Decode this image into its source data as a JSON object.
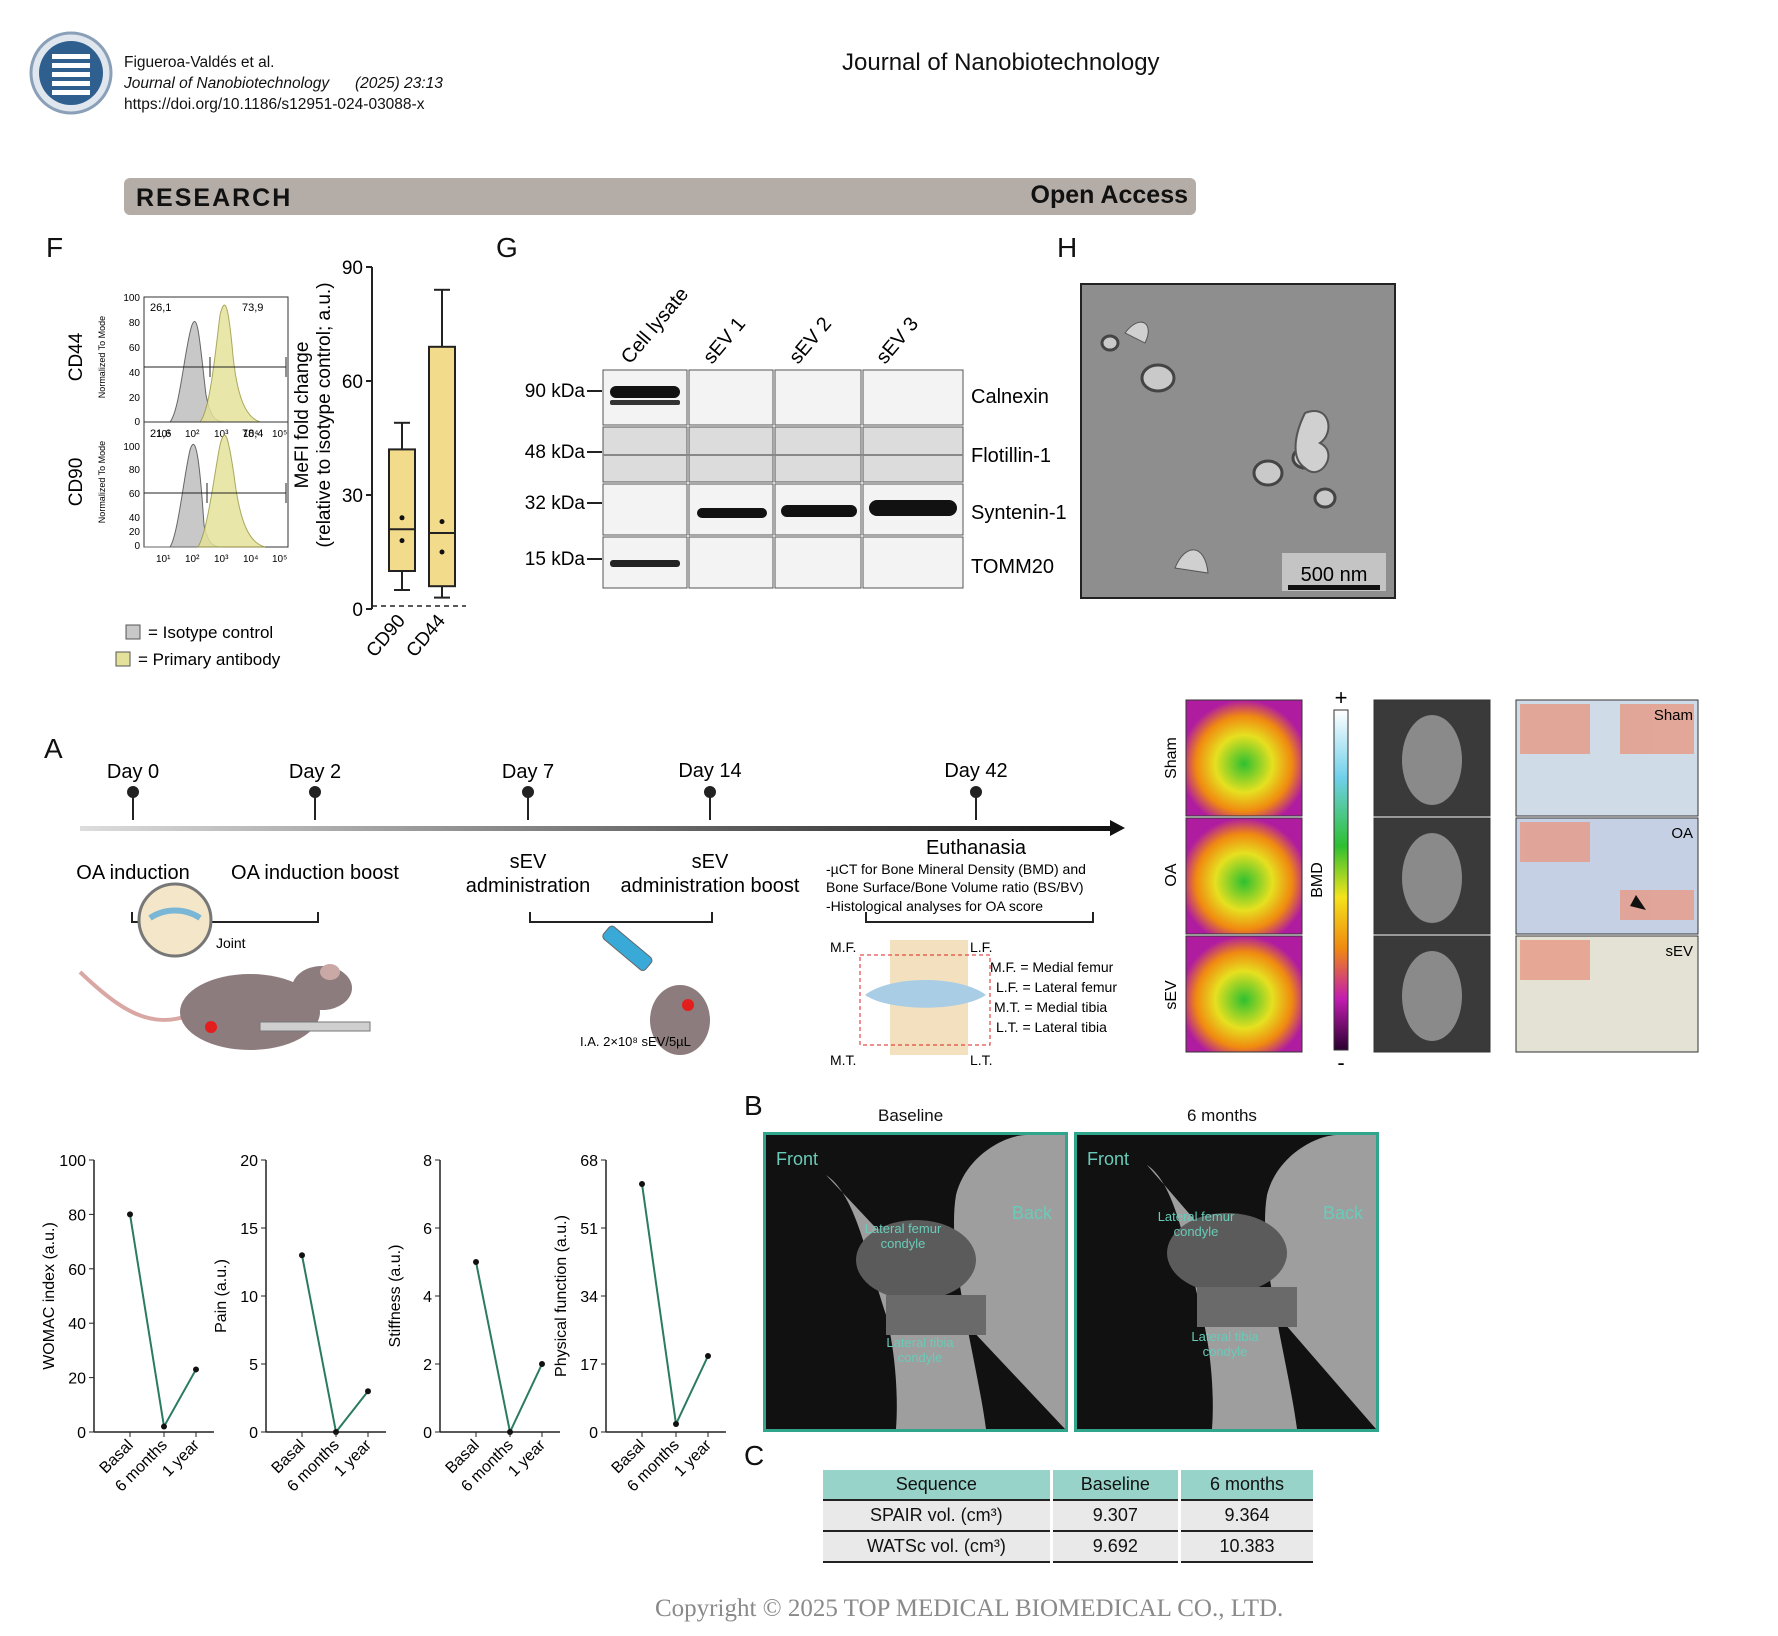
{
  "header": {
    "authors": "Figueroa-Valdés et al.",
    "journal_short": "Journal of Nanobiotechnology",
    "year_vol": "(2025) 23:13",
    "doi": "https://doi.org/10.1186/s12951-024-03088-x",
    "journal_title": "Journal of Nanobiotechnology",
    "research": "RESEARCH",
    "open_access": "Open Access"
  },
  "panelF": {
    "label": "F",
    "cd44": {
      "marker": "CD44",
      "left_pct": "26,1",
      "right_pct": "73,9"
    },
    "cd90": {
      "marker": "CD90",
      "left_pct": "21,6",
      "right_pct": "78,4"
    },
    "hist_ylabel": "Normalized To Mode",
    "yticks": [
      "100",
      "80",
      "60",
      "40",
      "20",
      "0"
    ],
    "legend_isotype": "= Isotype control",
    "legend_primary": "= Primary antibody",
    "box_ylabel_1": "MeFI fold change",
    "box_ylabel_2": "(relative to isotype control; a.u.)"
  },
  "panelG": {
    "label": "G",
    "lanes": [
      "Cell lysate",
      "sEV 1",
      "sEV 2",
      "sEV 3"
    ],
    "mw": [
      "90 kDa",
      "48 kDa",
      "32 kDa",
      "15 kDa"
    ],
    "proteins": [
      "Calnexin",
      "Flotillin-1",
      "Syntenin-1",
      "TOMM20"
    ]
  },
  "panelH": {
    "label": "H",
    "scale": "500 nm"
  },
  "panelA": {
    "label": "A",
    "days": [
      "Day 0",
      "Day 2",
      "Day 7",
      "Day 14",
      "Day 42"
    ],
    "oa_induction": "OA induction",
    "oa_boost": "OA induction boost",
    "sev_admin_1": "sEV",
    "sev_admin_2": "administration",
    "sev_boost_1": "sEV",
    "sev_boost_2": "administration boost",
    "euthanasia": "Euthanasia",
    "euth_l1": "-µCT for Bone Mineral Density (BMD) and",
    "euth_l2": "Bone Surface/Bone Volume ratio (BS/BV)",
    "euth_l3": "-Histological analyses for OA score",
    "joint": "Joint",
    "dose": "I.A. 2×10⁸ sEV/5µL",
    "knee_mf": "M.F.",
    "knee_lf": "L.F.",
    "knee_mt": "M.T.",
    "knee_lt": "L.T.",
    "key_mf": "M.F. =  Medial femur",
    "key_lf": "L.F. =  Lateral femur",
    "key_mt": "M.T. =   Medial tibia",
    "key_lt": "L.T. =   Lateral tibia",
    "groups": [
      "Sham",
      "OA",
      "sEV"
    ],
    "bmd": "BMD",
    "plus": "+",
    "minus": "-"
  },
  "panelB": {
    "label": "B",
    "baseline": "Baseline",
    "six_months": "6 months",
    "front": "Front",
    "back": "Back",
    "lfc": "Lateral femur condyle",
    "ltc": "Lateral tibia condyle"
  },
  "panelC": {
    "label": "C",
    "headers": [
      "Sequence",
      "Baseline",
      "6 months"
    ],
    "rows": [
      [
        "SPAIR vol. (cm³)",
        "9.307",
        "9.364"
      ],
      [
        "WATSc vol. (cm³)",
        "9.692",
        "10.383"
      ]
    ]
  },
  "copyright": "Copyright © 2025 TOP MEDICAL BIOMEDICAL CO., LTD.",
  "chart_data": [
    {
      "type": "box",
      "title": "",
      "ylabel": "MeFI fold change (relative to isotype control; a.u.)",
      "categories": [
        "CD90",
        "CD44"
      ],
      "yticks": [
        0,
        30,
        60,
        90
      ],
      "ylim": [
        0,
        90
      ],
      "boxes": [
        {
          "name": "CD90",
          "min": 5,
          "q1": 10,
          "median": 21,
          "q3": 42,
          "max": 49,
          "points": [
            18,
            24
          ]
        },
        {
          "name": "CD44",
          "min": 3,
          "q1": 6,
          "median": 20,
          "q3": 69,
          "max": 84,
          "points": [
            15,
            23
          ]
        }
      ]
    },
    {
      "type": "line",
      "categories": [
        "Basal",
        "6 months",
        "1 year"
      ],
      "ylabel": "WOMAC index (a.u.)",
      "ylim": [
        0,
        100
      ],
      "yticks": [
        0,
        20,
        40,
        60,
        80,
        100
      ],
      "values": [
        80,
        2,
        23
      ]
    },
    {
      "type": "line",
      "categories": [
        "Basal",
        "6 months",
        "1 year"
      ],
      "ylabel": "Pain (a.u.)",
      "ylim": [
        0,
        20
      ],
      "yticks": [
        0,
        5,
        10,
        15,
        20
      ],
      "values": [
        13,
        0,
        3
      ]
    },
    {
      "type": "line",
      "categories": [
        "Basal",
        "6 months",
        "1 year"
      ],
      "ylabel": "Stiffness (a.u.)",
      "ylim": [
        0,
        8
      ],
      "yticks": [
        0,
        2,
        4,
        6,
        8
      ],
      "values": [
        5,
        0,
        2
      ]
    },
    {
      "type": "line",
      "categories": [
        "Basal",
        "6 months",
        "1 year"
      ],
      "ylabel": "Physical function (a.u.)",
      "ylim": [
        0,
        68
      ],
      "yticks": [
        0,
        17,
        34,
        51,
        68
      ],
      "values": [
        62,
        2,
        19
      ]
    }
  ]
}
